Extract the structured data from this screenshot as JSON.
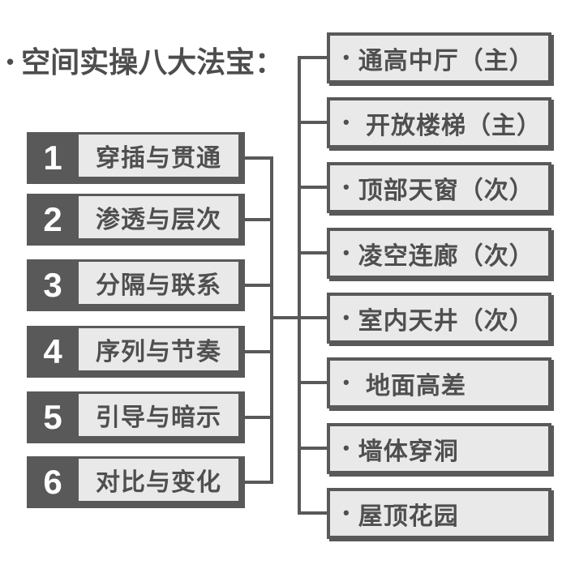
{
  "title": {
    "bullet": "•",
    "text": "空间实操八大法宝："
  },
  "colors": {
    "dark_gray": "#595959",
    "light_fill": "#e9e9e9",
    "text_gray": "#4f4f4f",
    "title_gray": "#4d4d4d",
    "number_text": "#ffffff",
    "background": "#ffffff"
  },
  "left_items": [
    {
      "number": "1",
      "label": "穿插与贯通"
    },
    {
      "number": "2",
      "label": "渗透与层次"
    },
    {
      "number": "3",
      "label": "分隔与联系"
    },
    {
      "number": "4",
      "label": "序列与节奏"
    },
    {
      "number": "5",
      "label": "引导与暗示"
    },
    {
      "number": "6",
      "label": "对比与变化"
    }
  ],
  "right_items": [
    {
      "bullet": "•",
      "label": "通高中厅（主）"
    },
    {
      "bullet": "•",
      "label": " 开放楼梯（主）"
    },
    {
      "bullet": "•",
      "label": "顶部天窗（次）"
    },
    {
      "bullet": "•",
      "label": "凌空连廊（次）"
    },
    {
      "bullet": "•",
      "label": "室内天井（次）"
    },
    {
      "bullet": "•",
      "label": " 地面高差"
    },
    {
      "bullet": "•",
      "label": "墙体穿洞"
    },
    {
      "bullet": "•",
      "label": "屋顶花园"
    }
  ]
}
